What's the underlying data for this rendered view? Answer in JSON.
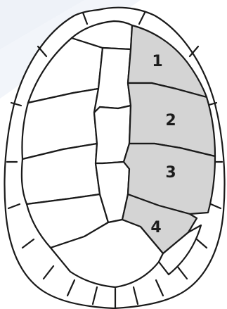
{
  "diagram": {
    "highlight_color": "#d4d4d4",
    "outline_color": "#1a1a1a",
    "labels": [
      "1",
      "2",
      "3",
      "4"
    ]
  }
}
